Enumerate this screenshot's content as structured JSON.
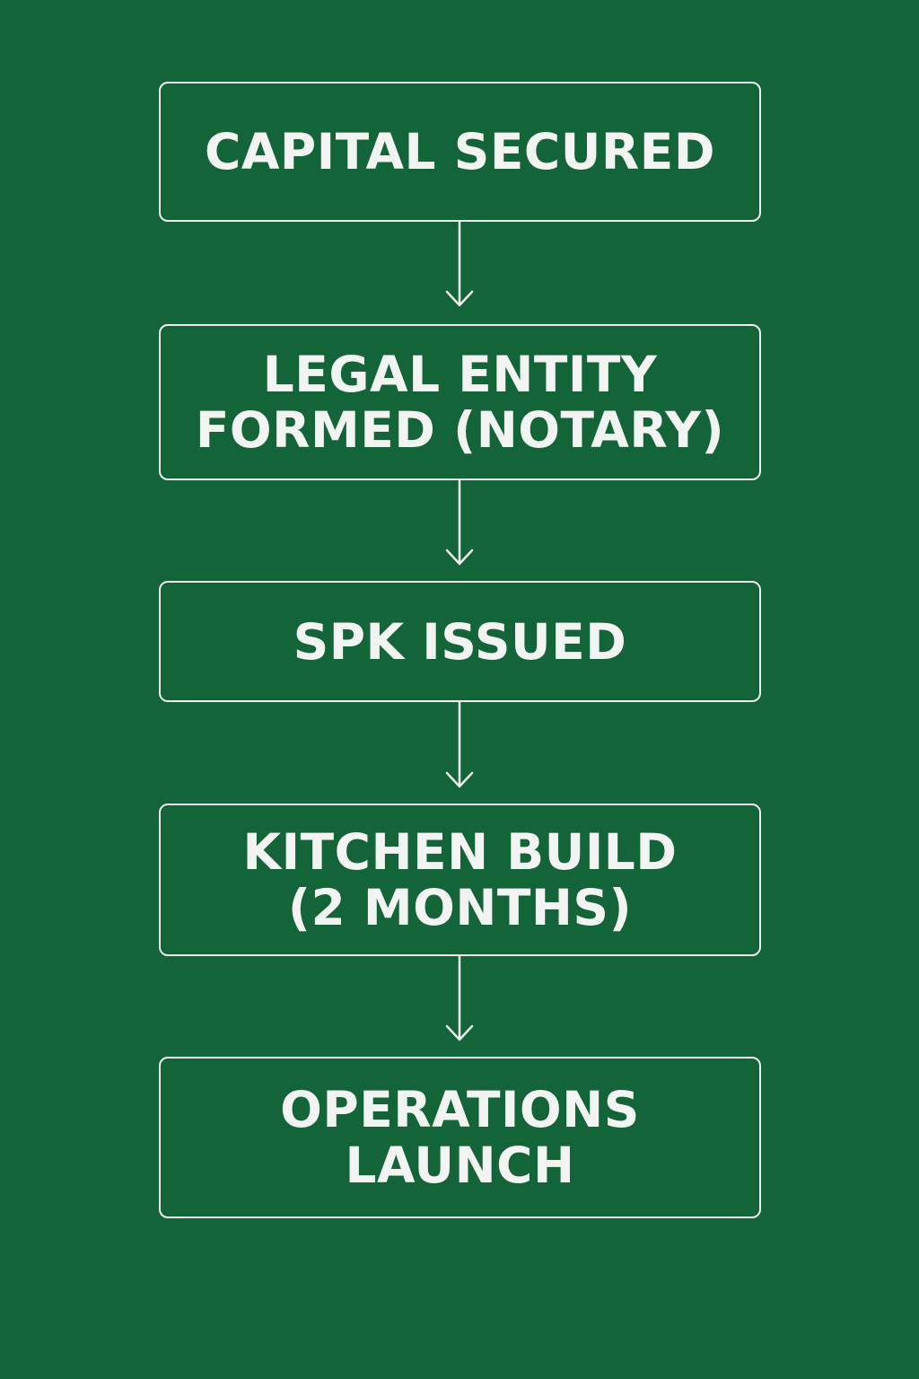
{
  "flowchart": {
    "steps": [
      {
        "lines": [
          "CAPITAL SECURED"
        ]
      },
      {
        "lines": [
          "LEGAL ENTITY",
          "FORMED (NOTARY)"
        ]
      },
      {
        "lines": [
          "SPK ISSUED"
        ]
      },
      {
        "lines": [
          "KITCHEN BUILD",
          "(2 MONTHS)"
        ]
      },
      {
        "lines": [
          "OPERATIONS",
          "LAUNCH"
        ]
      }
    ]
  },
  "colors": {
    "background": "#14643a",
    "box_border": "#eef3ef",
    "text": "#f2f4f2"
  }
}
